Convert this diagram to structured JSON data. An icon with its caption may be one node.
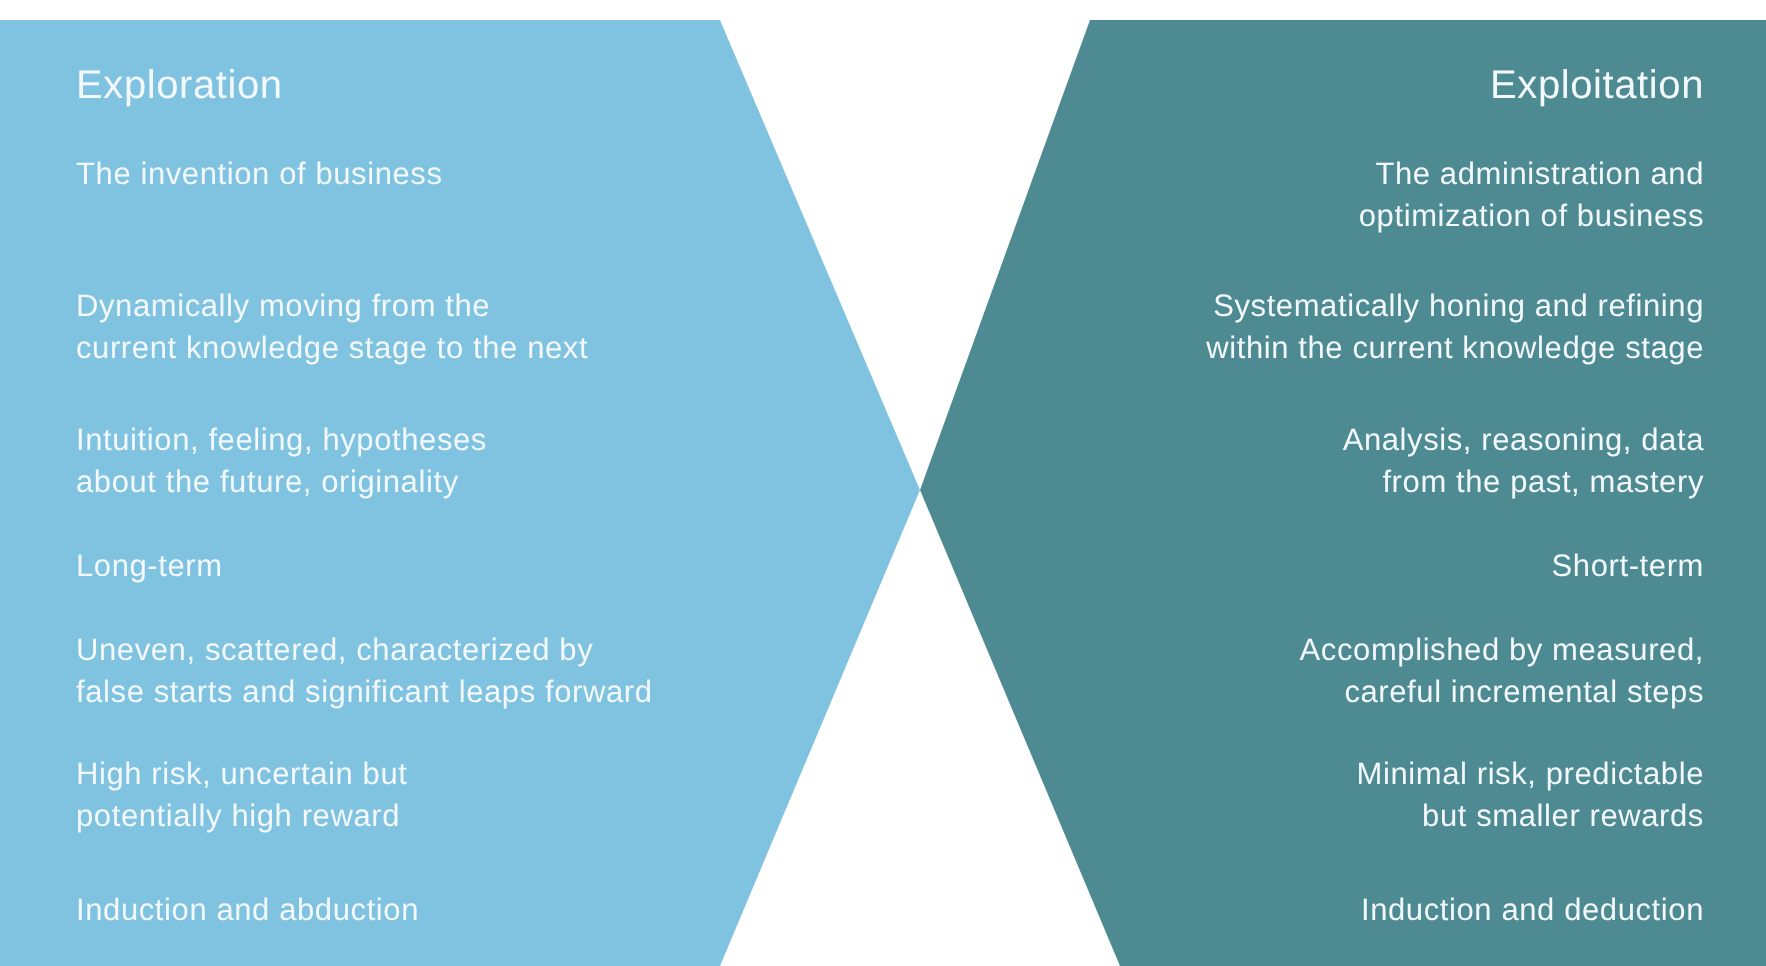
{
  "diagram": {
    "nodes": [
      {
        "text": [
          "Exploration",
          "The invention of business",
          "Dynamically moving from the current knowledge stage to the next",
          "Intuition, feeling, hypotheses about the future, originality",
          "Long-term",
          "Uneven, scattered, characterized by false starts and significant leaps forward",
          "High risk, uncertain but potentially high reward",
          "Induction and abduction"
        ]
      },
      {
        "text": [
          "Exploitation",
          "The administration and optimization of business",
          "Systematically honing and refining within the current knowledge stage",
          "Analysis, reasoning, data from the past, mastery",
          "Short-term",
          "Accomplished by measured, careful incremental steps",
          "Minimal risk, predictable but smaller rewards",
          "Induction and deduction"
        ]
      }
    ]
  }
}
